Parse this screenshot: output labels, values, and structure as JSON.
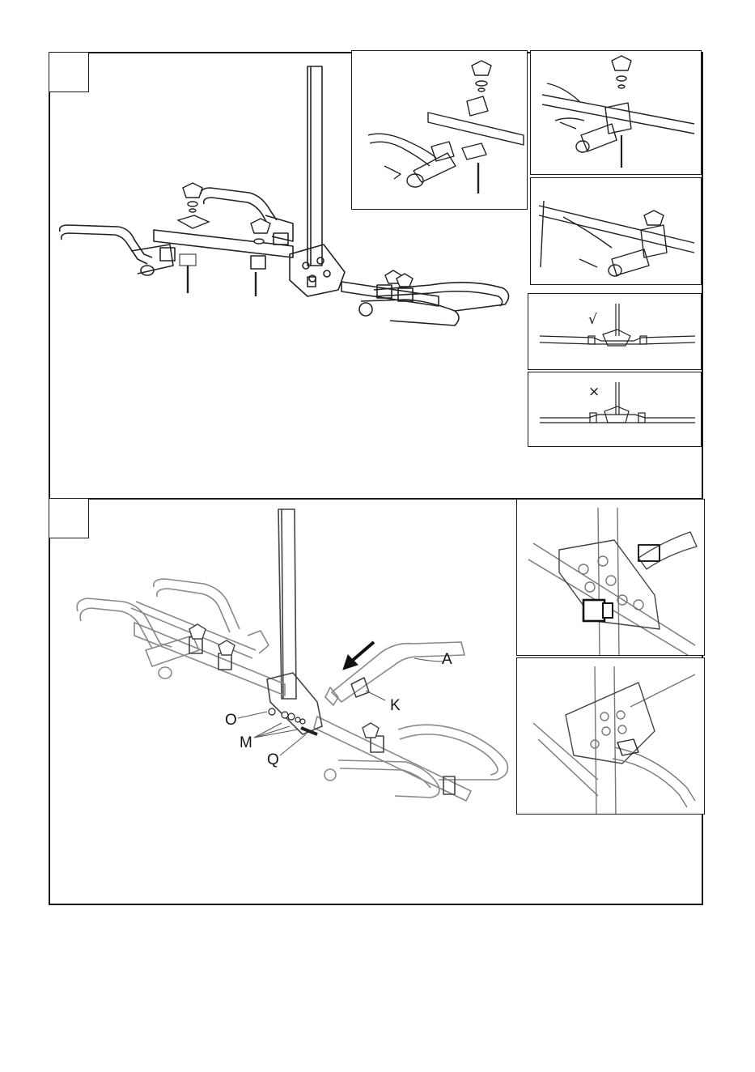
{
  "step_number_boxes": [
    "",
    ""
  ],
  "check_mark": "√",
  "cross_mark": "×",
  "part_labels": {
    "a": "A",
    "k": "K",
    "o": "O",
    "m": "M",
    "q": "Q"
  }
}
